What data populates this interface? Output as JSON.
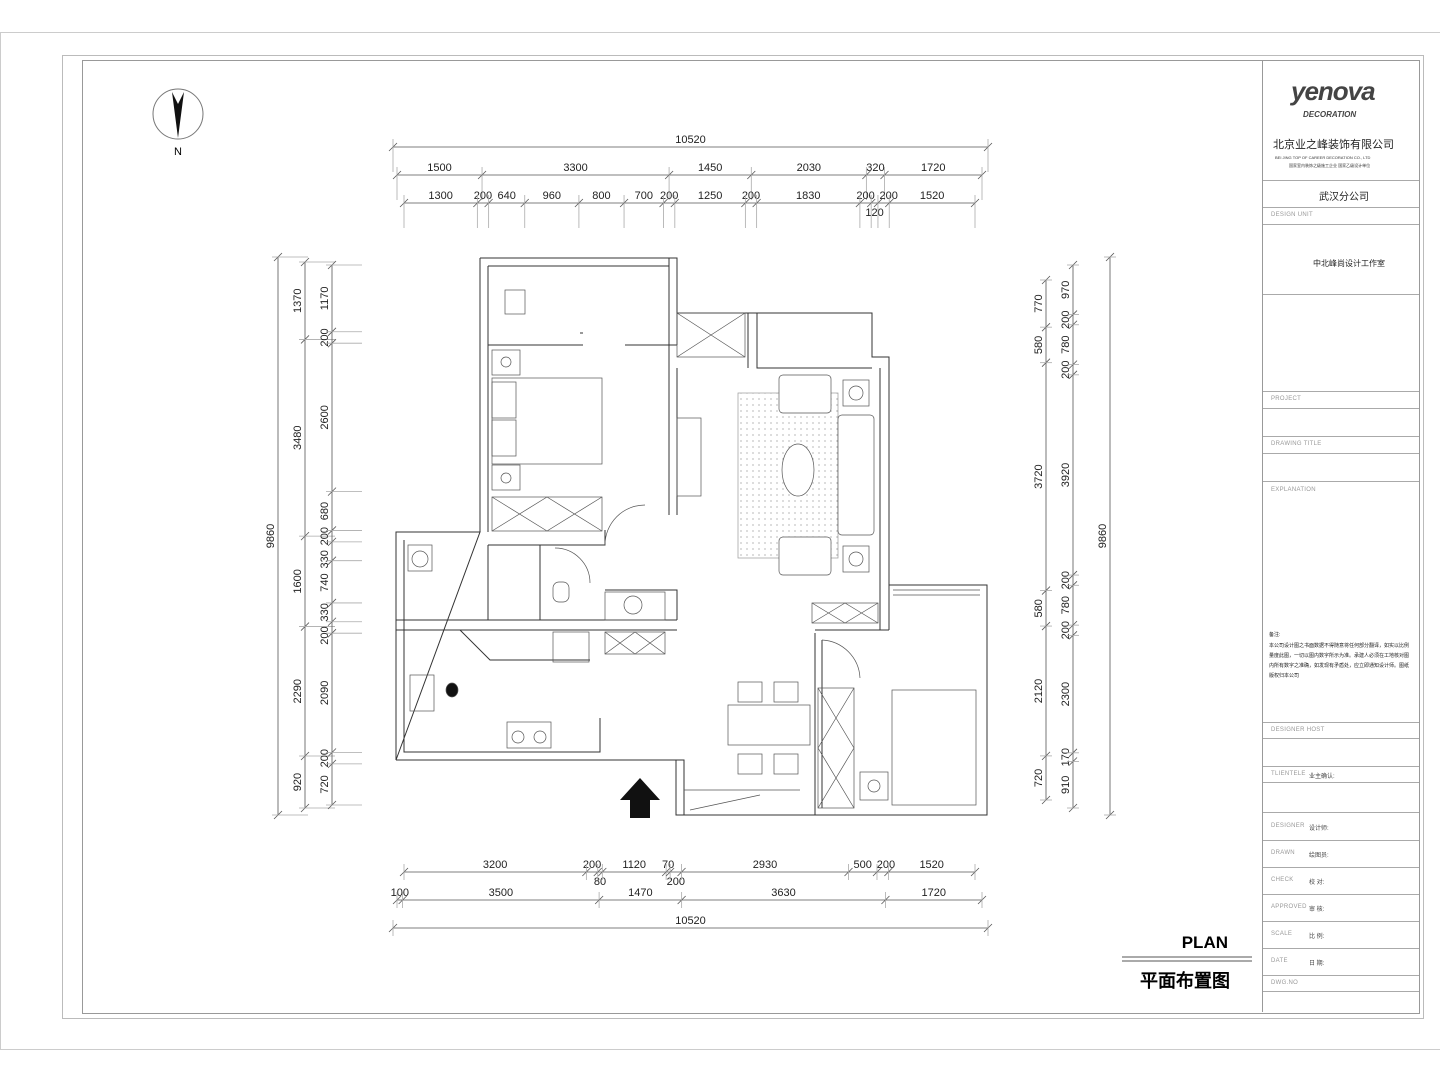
{
  "compass": {
    "label": "N"
  },
  "dimensions": {
    "top": [
      [
        10520
      ],
      [
        1500,
        3300,
        1450,
        2030,
        320,
        1720
      ],
      [
        1300,
        200,
        640,
        960,
        800,
        700,
        200,
        1250,
        200,
        1830,
        200,
        120,
        200,
        1520
      ]
    ],
    "bottom": [
      [
        3200,
        200,
        80,
        1120,
        70,
        200,
        2930,
        500,
        200,
        1520
      ],
      [
        100,
        3500,
        1470,
        3630,
        1720
      ],
      [
        10520
      ]
    ],
    "left": [
      [
        9860
      ],
      [
        1370,
        3480,
        1600,
        2290,
        920
      ],
      [
        1170,
        200,
        2600,
        680,
        200,
        330,
        740,
        330,
        200,
        2090,
        200,
        720
      ]
    ],
    "right": [
      [
        770,
        580,
        3720,
        580,
        2120,
        720
      ],
      [
        970,
        200,
        780,
        200,
        3920,
        200,
        780,
        200,
        2300,
        170,
        910
      ],
      [
        9860
      ]
    ]
  },
  "plan_title": {
    "en": "PLAN",
    "cn": "平面布置图"
  },
  "title_block": {
    "logo": "yenova",
    "logo_sub": "DECORATION",
    "company_cn": "北京业之峰装饰有限公司",
    "company_en": "BEI JING TOP OF CAREER DECORATION CO., LTD",
    "company_tag": "国家室内装饰之级施工企业 国家乙级设计单位",
    "branch": "武汉分公司",
    "design_unit_label": "DESIGN UNIT",
    "design_unit": "中北峰尚设计工作室",
    "project_label": "PROJECT",
    "drawing_title_label": "DRAWING TITLE",
    "explanation_label": "EXPLANATION",
    "note_title": "备注:",
    "note_text": "本公司设计图之书面数据不得随意将任何部分翻译，如实以比例量度此图，一切以图内数字所示为准。承建人必须在工地核对图内所有数字之准确，如发现有矛盾处，应立即通知设计师。图纸版权归本公司",
    "designer_host_label": "DESIGNER HOST",
    "clientele_label": "TLIENTELE",
    "clientele_value": "业主确认:",
    "designer_label": "DESIGNER",
    "designer_value": "设计师:",
    "drawn_label": "DRAWN",
    "drawn_value": "绘图员:",
    "check_label": "CHECK",
    "check_value": "校  对:",
    "approved_label": "APPROVED",
    "approved_value": "审  核:",
    "scale_label": "SCALE",
    "scale_value": "比  例:",
    "date_label": "DATE",
    "date_value": "日  期:",
    "dwg_label": "DWG.NO"
  }
}
